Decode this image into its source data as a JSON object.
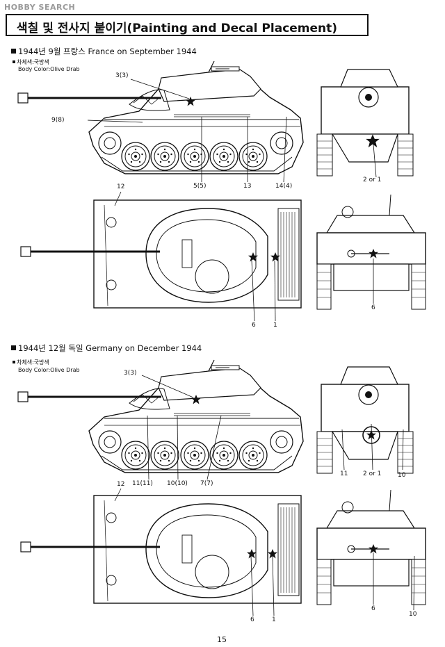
{
  "watermark": "HOBBY SEARCH",
  "title": "색칠 및 전사지 붙이기(Painting and Decal Placement)",
  "sections": [
    {
      "heading": "1944년 9월 프랑스 France on September 1944",
      "color_ko": "차체색:국방색",
      "color_en": "Body Color:Olive Drab",
      "callouts": [
        "3(3)",
        "9(8)",
        "5(5)",
        "13",
        "14(4)",
        "12",
        "6",
        "1",
        "2 or 1",
        "6"
      ]
    },
    {
      "heading": "1944년 12월 독일 Germany on December 1944",
      "color_ko": "차체색:국방색",
      "color_en": "Body Color:Olive Drab",
      "callouts": [
        "3(3)",
        "11(11)",
        "10(10)",
        "7(7)",
        "12",
        "6",
        "1",
        "11",
        "2 or 1",
        "10",
        "6",
        "10"
      ]
    }
  ],
  "page_number": "15"
}
